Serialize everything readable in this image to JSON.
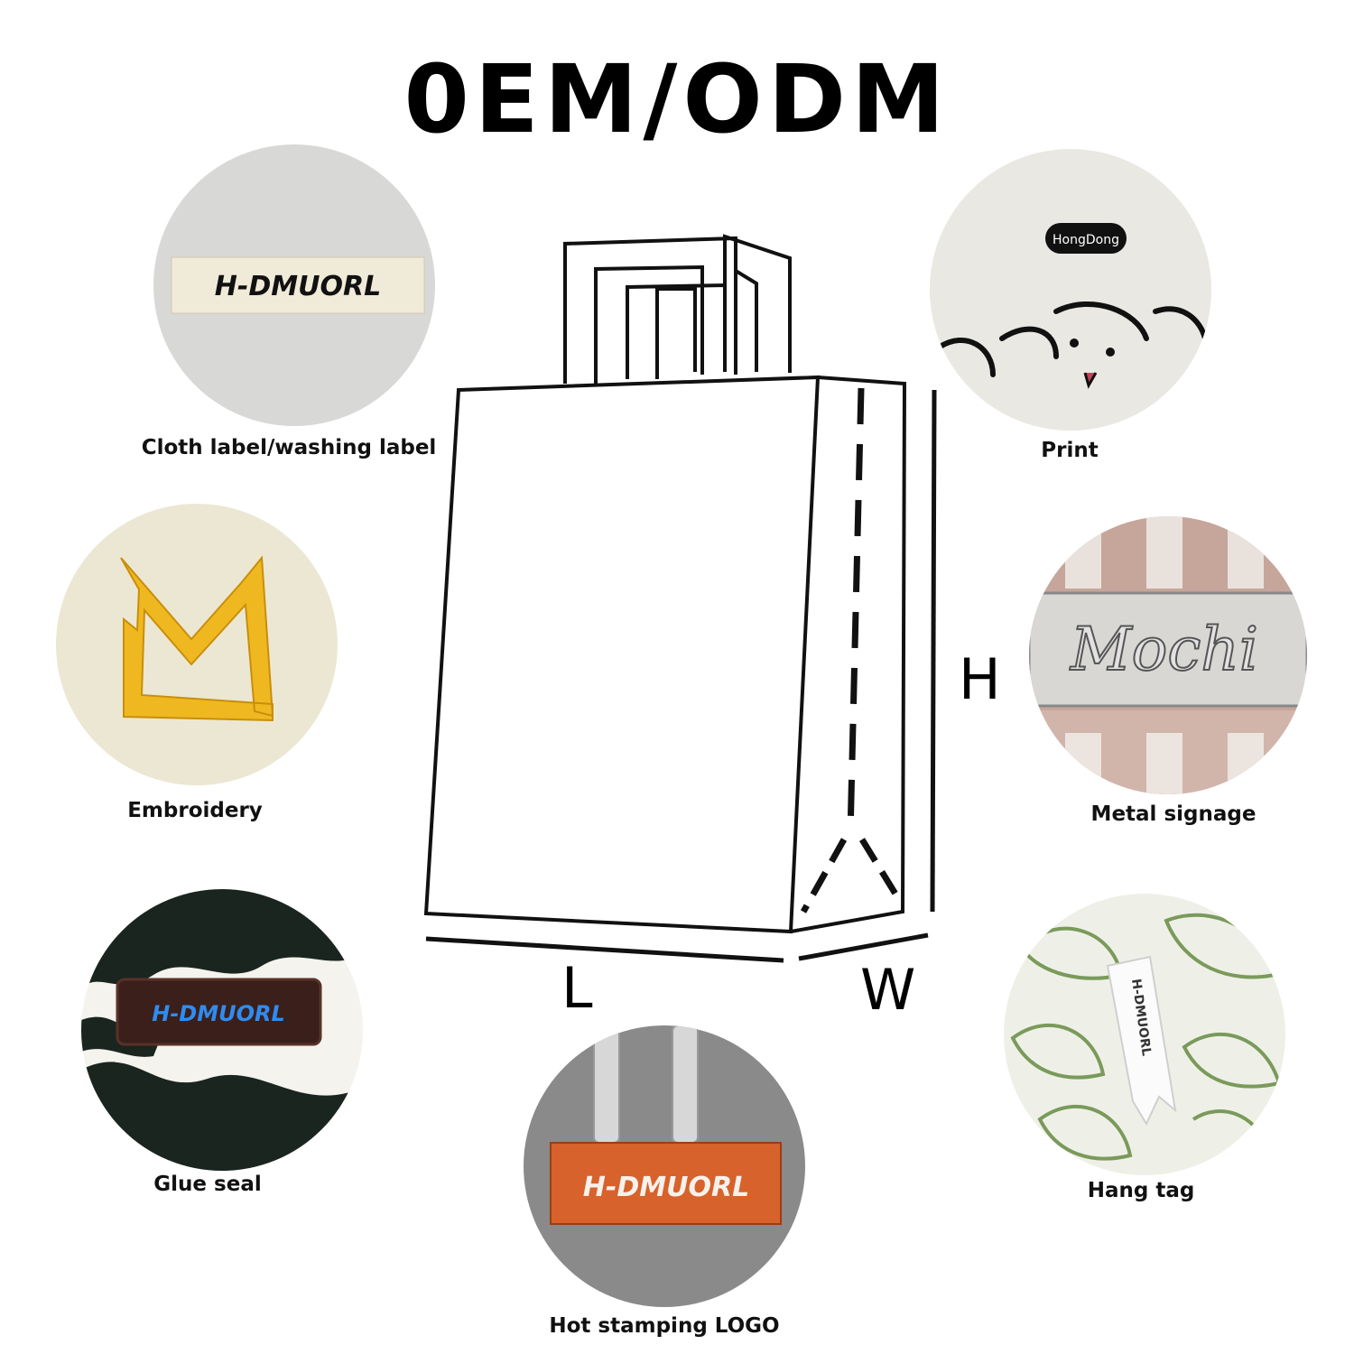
{
  "title": "0EM/ODM",
  "items": [
    {
      "caption": "Cloth label/washing label",
      "logo": "H-DMUORL",
      "icon": "woven-label"
    },
    {
      "caption": "Embroidery",
      "icon": "embroidered-logo"
    },
    {
      "caption": "Glue seal",
      "logo": "H-DMUORL",
      "icon": "rubber-patch"
    },
    {
      "caption": "Hot stamping LOGO",
      "logo": "H-DMUORL",
      "icon": "leather-patch"
    },
    {
      "caption": "Print",
      "logo": "HongDong",
      "icon": "printed-dog"
    },
    {
      "caption": "Metal signage",
      "logo": "Mochi",
      "icon": "metal-plate"
    },
    {
      "caption": "Hang tag",
      "logo": "H-DMUORL",
      "icon": "hang-tag"
    }
  ],
  "dimensions": {
    "height": "H",
    "length": "L",
    "width": "W"
  },
  "colors": {
    "embroidery": "#f0b820",
    "rubber_text": "#2f8cf0",
    "leather": "#d8622b",
    "leaf": "#7a9a5a"
  }
}
